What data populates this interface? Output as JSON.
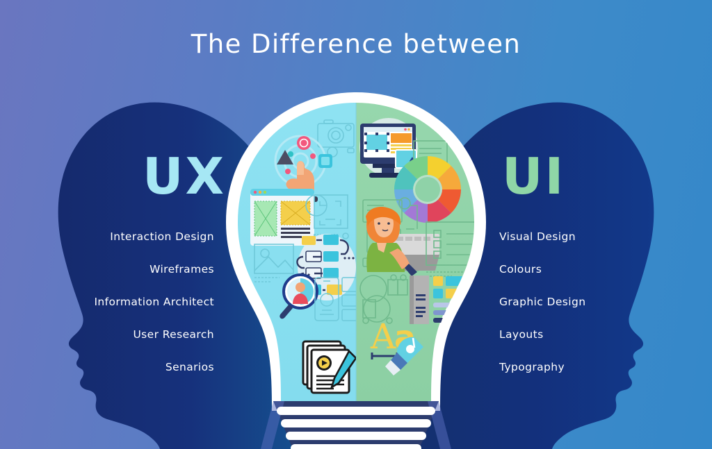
{
  "title": "The Difference between",
  "colors": {
    "bg_left": "#6a76c0",
    "bg_right": "#3488c9",
    "head_navy": "#15296b",
    "ux_accent": "#a6e7f4",
    "ui_accent": "#8fd6a7",
    "bulb_left_fill": "#86dff0",
    "bulb_right_fill": "#8fd2a8",
    "bulb_outline": "#ffffff",
    "base_dark": "#2c3c6e",
    "text_white": "#ffffff"
  },
  "ux": {
    "label": "UX",
    "items": [
      {
        "label": "Interaction Design"
      },
      {
        "label": "Wireframes"
      },
      {
        "label": "Information Architect"
      },
      {
        "label": "User Research"
      },
      {
        "label": "Senarios"
      }
    ]
  },
  "ui": {
    "label": "UI",
    "items": [
      {
        "label": "Visual Design"
      },
      {
        "label": "Colours"
      },
      {
        "label": "Graphic Design"
      },
      {
        "label": "Layouts"
      },
      {
        "label": "Typography"
      }
    ]
  },
  "bulb": {
    "left_icons": [
      "interaction-hand-icon",
      "camera-outline-icon",
      "wireframe-browser-icon",
      "crop-frame-outline-icon",
      "image-placeholder-outline-icon",
      "flowchart-icon",
      "magnifier-user-research-icon",
      "mobile-mockup-outline-icon",
      "document-video-pencil-icon"
    ],
    "right_icons": [
      "monitor-design-app-icon",
      "document-lines-outline-icon",
      "color-wheel-icon",
      "wireframe-blueprint-outline-icon",
      "designer-person-computer-icon",
      "checklist-outline-icon",
      "ui-kit-elements-icon",
      "typography-aa-pen-icon"
    ],
    "base_segments": 4
  }
}
